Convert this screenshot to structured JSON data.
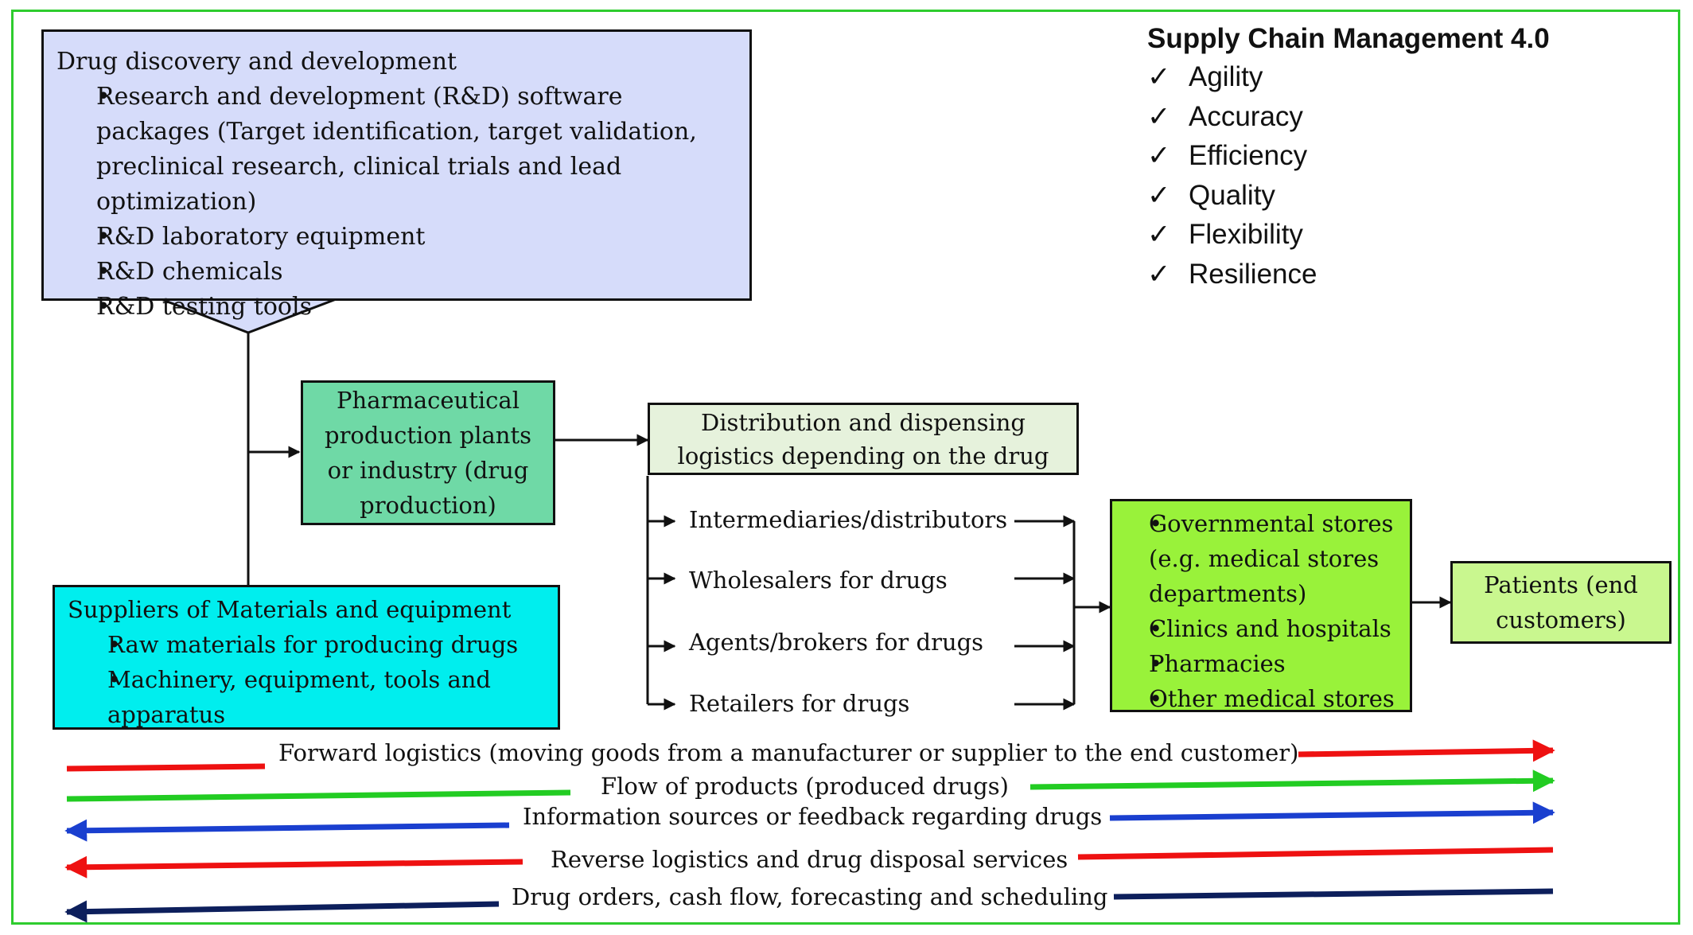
{
  "colors": {
    "frame": "#2ecc2e",
    "rd_box": "#d6dcfa",
    "production_box": "#6fd9a6",
    "distribution_box": "#e6f2dc",
    "suppliers_box": "#00eeee",
    "stores_box": "#99f23a",
    "patients_box": "#c9f78f",
    "red": "#ee1111",
    "green": "#22cc22",
    "blue": "#1a3fcf",
    "navy": "#0d1f5c"
  },
  "rd": {
    "title": "Drug discovery and development",
    "items": [
      "Research and development (R&D) software packages (Target identification, target validation, preclinical research, clinical trials and lead optimization)",
      "R&D laboratory equipment",
      "R&D chemicals",
      "R&D testing tools"
    ]
  },
  "scm": {
    "title": "Supply Chain Management 4.0",
    "check_icon": "check-icon",
    "items": [
      "Agility",
      "Accuracy",
      "Efficiency",
      "Quality",
      "Flexibility",
      "Resilience"
    ]
  },
  "production": {
    "label": "Pharmaceutical production plants or industry (drug production)"
  },
  "distribution": {
    "label": "Distribution and dispensing logistics depending on the drug"
  },
  "suppliers": {
    "title": "Suppliers of Materials and equipment",
    "items": [
      "Raw materials for producing drugs",
      "Machinery, equipment, tools and apparatus"
    ]
  },
  "channels": [
    "Intermediaries/distributors",
    "Wholesalers for drugs",
    "Agents/brokers for drugs",
    "Retailers for drugs"
  ],
  "stores": {
    "items": [
      "Governmental stores (e.g. medical stores departments)",
      "Clinics and hospitals",
      "Pharmacies",
      "Other medical stores"
    ]
  },
  "patients": {
    "label": "Patients (end customers)"
  },
  "flows": [
    "Forward logistics (moving goods from a manufacturer or supplier to the end customer)",
    "Flow of products (produced drugs)",
    "Information sources or feedback regarding drugs",
    "Reverse logistics and drug disposal services",
    "Drug orders, cash flow, forecasting and scheduling"
  ]
}
